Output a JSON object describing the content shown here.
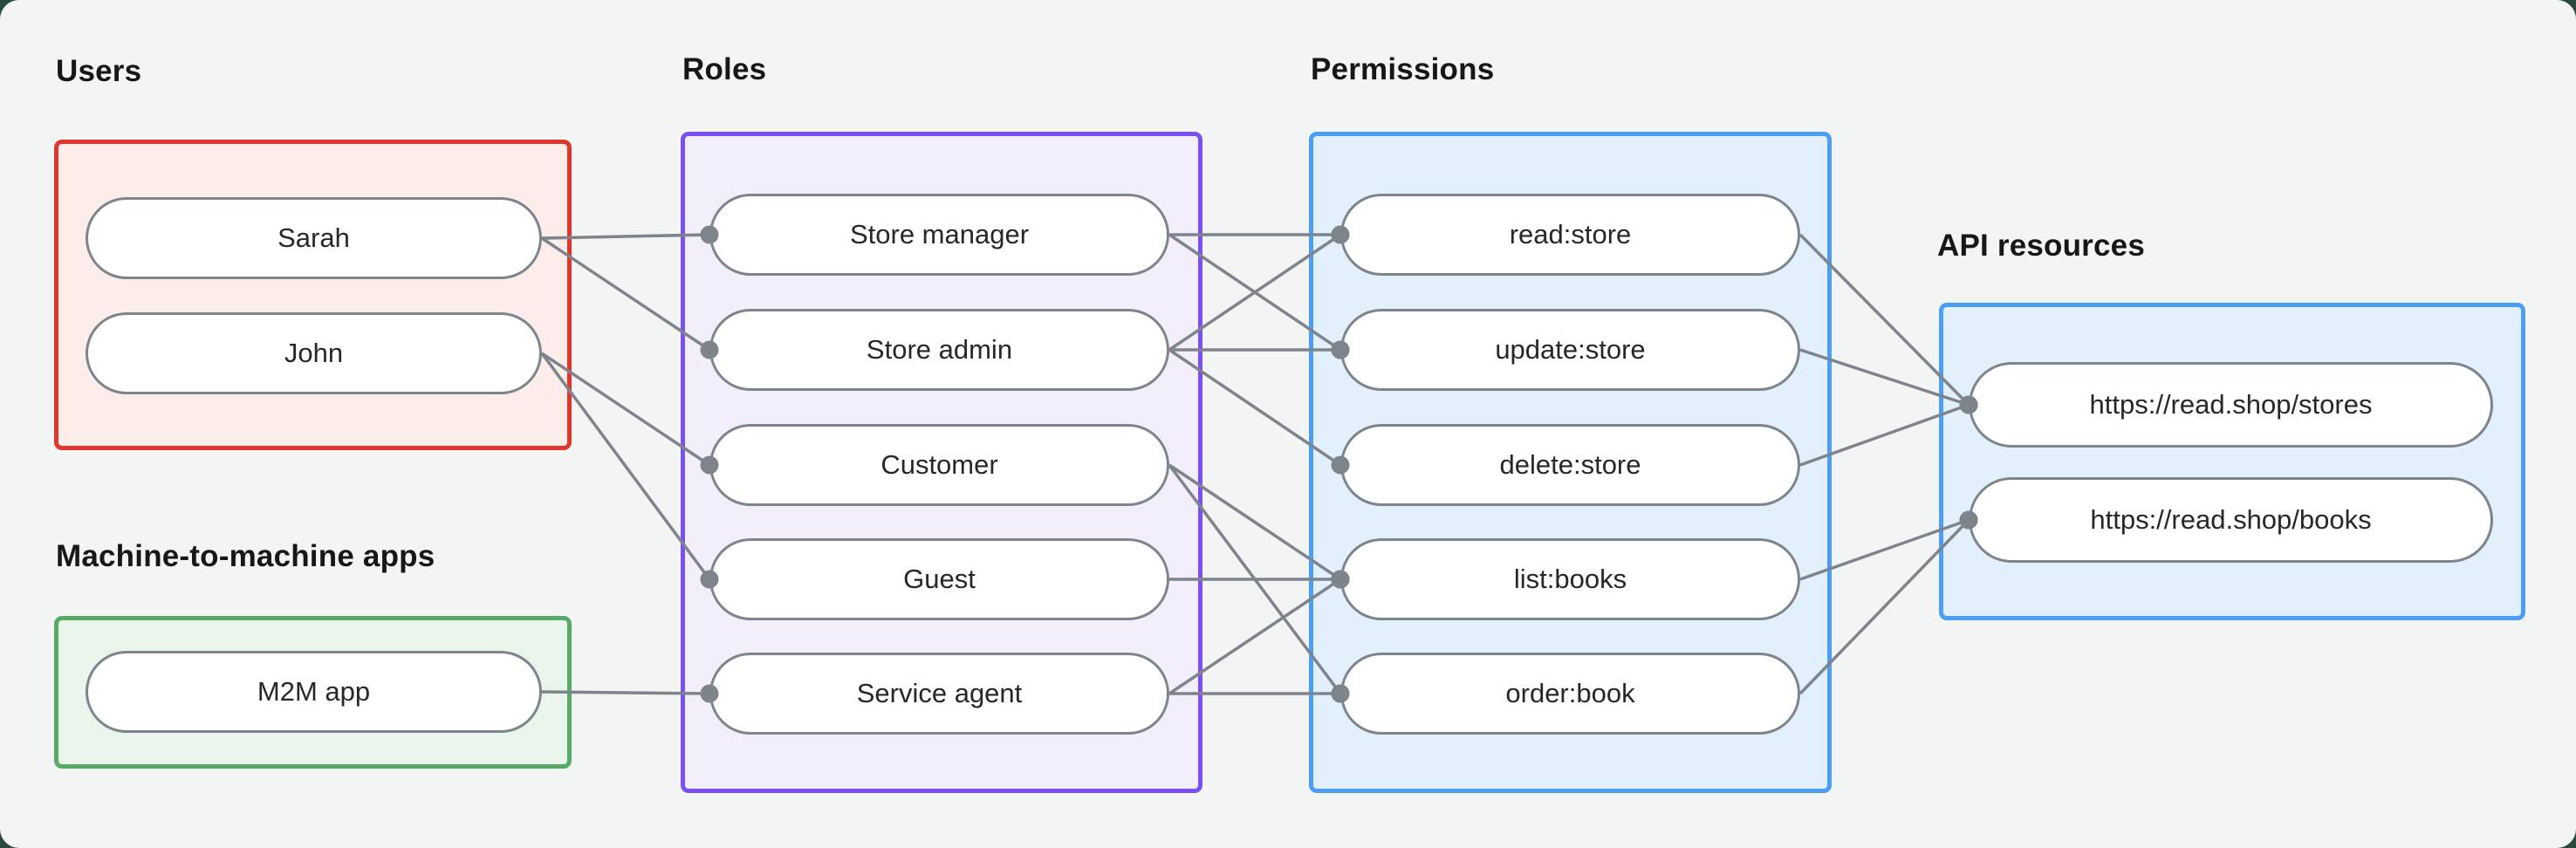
{
  "canvas": {
    "outer_background": "#2c4a3b",
    "panel_background": "#f3f5f4",
    "line_color": "#7e848b",
    "pill_border_color": "#7e848b",
    "pill_background": "#ffffff",
    "pill_text_color": "#24282c",
    "label_text_color": "#15181b"
  },
  "groups": {
    "users": {
      "label": "Users",
      "border": "#e0362c",
      "fill": "#fcedeb",
      "items": [
        {
          "id": "sarah",
          "label": "Sarah"
        },
        {
          "id": "john",
          "label": "John"
        }
      ]
    },
    "m2m": {
      "label": "Machine-to-machine apps",
      "border": "#57ab67",
      "fill": "#e9f5ea",
      "items": [
        {
          "id": "m2m-app",
          "label": "M2M app"
        }
      ]
    },
    "roles": {
      "label": "Roles",
      "border": "#7950f2",
      "fill": "#f2eefc",
      "items": [
        {
          "id": "store-manager",
          "label": "Store manager"
        },
        {
          "id": "store-admin",
          "label": "Store admin"
        },
        {
          "id": "customer",
          "label": "Customer"
        },
        {
          "id": "guest",
          "label": "Guest"
        },
        {
          "id": "service-agent",
          "label": "Service agent"
        }
      ]
    },
    "permissions": {
      "label": "Permissions",
      "border": "#4c9ef5",
      "fill": "#e2f0fc",
      "items": [
        {
          "id": "read-store",
          "label": "read:store"
        },
        {
          "id": "update-store",
          "label": "update:store"
        },
        {
          "id": "delete-store",
          "label": "delete:store"
        },
        {
          "id": "list-books",
          "label": "list:books"
        },
        {
          "id": "order-book",
          "label": "order:book"
        }
      ]
    },
    "api": {
      "label": "API resources",
      "border": "#4c9ef5",
      "fill": "#e2f0fc",
      "items": [
        {
          "id": "stores",
          "label": "https://read.shop/stores"
        },
        {
          "id": "books",
          "label": "https://read.shop/books"
        }
      ]
    }
  },
  "connections": [
    [
      "sarah",
      "store-manager"
    ],
    [
      "sarah",
      "store-admin"
    ],
    [
      "john",
      "customer"
    ],
    [
      "john",
      "guest"
    ],
    [
      "m2m-app",
      "service-agent"
    ],
    [
      "store-manager",
      "read-store"
    ],
    [
      "store-manager",
      "update-store"
    ],
    [
      "store-admin",
      "read-store"
    ],
    [
      "store-admin",
      "update-store"
    ],
    [
      "store-admin",
      "delete-store"
    ],
    [
      "customer",
      "list-books"
    ],
    [
      "customer",
      "order-book"
    ],
    [
      "guest",
      "list-books"
    ],
    [
      "service-agent",
      "list-books"
    ],
    [
      "service-agent",
      "order-book"
    ],
    [
      "read-store",
      "stores"
    ],
    [
      "update-store",
      "stores"
    ],
    [
      "delete-store",
      "stores"
    ],
    [
      "list-books",
      "books"
    ],
    [
      "order-book",
      "books"
    ]
  ]
}
